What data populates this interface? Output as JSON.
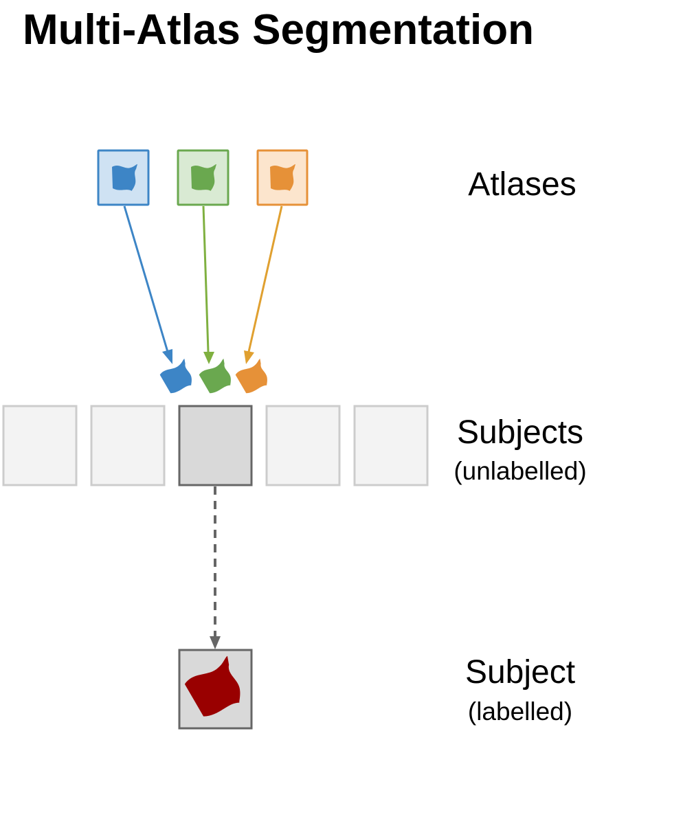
{
  "title": "Multi-Atlas Segmentation",
  "labels": {
    "atlases": "Atlases",
    "subjects": "Subjects",
    "subjects_note": "(unlabelled)",
    "subject": "Subject",
    "subject_note": "(labelled)"
  },
  "atlases": [
    {
      "name": "atlas-blue",
      "stroke": "#3d85c6",
      "fill": "#cfe2f3",
      "shape": "#3d85c6",
      "arrow": "#3d85c6"
    },
    {
      "name": "atlas-green",
      "stroke": "#6aa84f",
      "fill": "#d9ead3",
      "shape": "#6aa84f",
      "arrow": "#7fb040"
    },
    {
      "name": "atlas-orange",
      "stroke": "#e69138",
      "fill": "#fce5cd",
      "shape": "#e69138",
      "arrow": "#e0a030"
    }
  ],
  "subjects": {
    "count": 5,
    "selected_index": 2,
    "fill": "#f3f3f3",
    "stroke": "#cccccc",
    "selected_fill": "#d9d9d9",
    "selected_stroke": "#666666"
  },
  "result": {
    "fill": "#d9d9d9",
    "stroke": "#666666",
    "shape": "#990000"
  },
  "connector_color": "#666666"
}
